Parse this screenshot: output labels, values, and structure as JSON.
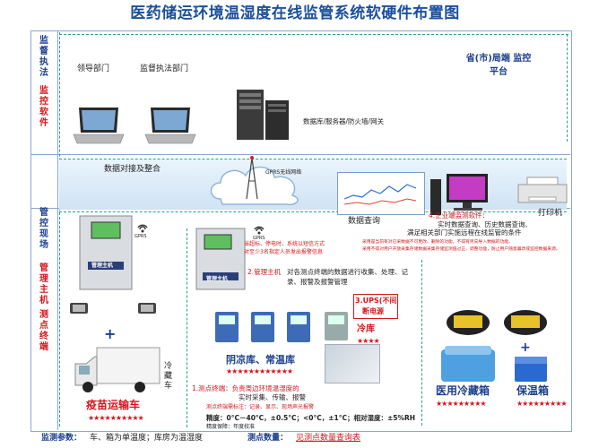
{
  "title": "医药储运环境温湿度在线监管系统软硬件布置图",
  "left_labels": {
    "supervision": "监督执法",
    "monitor_software": "监控软件",
    "site_mgmt": "管控现场",
    "host": "管理主机",
    "points": "测点终端"
  },
  "top_section": {
    "leaders": "领导部门",
    "supervisors": "监督执法部门",
    "province_platform": "省(市)局端 监控平台",
    "server_caption": "数据库/服务器/防火墙/网关",
    "data_exchange": "数据对接及整合",
    "gprs": "GPRS无线网络"
  },
  "middle_section": {
    "gprs_tag": "GPRS",
    "data_query": "数据查询",
    "printer": "打印机",
    "software_heading": "4.企业端监测软件：",
    "software_line1": "实时数据查询、历史数据查询、",
    "software_line2": "满足相关部门实施远程在线监管的条件",
    "software_note1": "采用是当前有对已采数据不可更改、删除的功能，不得有另向导入数据的功能。",
    "software_note2": "采用不得对用户开放采集存储数据采集存储监测值过正、调整功能，防止用户随意篡改或监控数据来源。",
    "alarm_line1": "当超标、停电时、系统以短信方式",
    "alarm_line2": "对至少3名指定人员发出报警信息",
    "host_label_1": "管理主机",
    "host_label_2": "管理主机",
    "host_heading": "2.管理主机",
    "host_desc1": "对各测点终端的数据进行收集、处理、记",
    "host_desc2": "录、报警及报警管理",
    "ups_line1": "3.UPS(不间",
    "ups_line2": "断电源",
    "cold_storage": "冷库",
    "cold_storage_stars": "★★★★"
  },
  "bottom_section": {
    "plus1": "+",
    "plus2": "+",
    "vehicle_side": "冷藏车",
    "vaccine_vehicle": "疫苗运输车",
    "vaccine_stars": "★★★★★★★★★★",
    "warehouse": "阴凉库、常温库",
    "warehouse_stars": "★★★★★★★★★★★★",
    "terminal_heading": "1.测点终端：负责周边环境温湿度的",
    "terminal_line1": "实时采集、传输、报警",
    "terminal_line2": "测点终端需标注：记录、显示、现场声光报警",
    "precision": "精度：0°C－40°C，±0.5°C；<0°C，±1°C；相对湿度：±5%RH",
    "calibration": "精度保障：年度校准",
    "medical_box": "医用冷藏箱",
    "medical_stars": "★★★★★★★★★",
    "insulation_box": "保温箱",
    "insulation_stars": "★★★★★★★★★"
  },
  "footer": {
    "params_label": "监测参数：",
    "params_value": "车、箱为单温度；库房为温湿度",
    "points_label": "测点数量：",
    "points_link": "见测点数量查询表"
  },
  "colors": {
    "title_blue": "#1b4f9c",
    "label_red": "#d4161c",
    "dashed_green": "#2f9c8c",
    "sky_band": "#cfe3f4"
  }
}
